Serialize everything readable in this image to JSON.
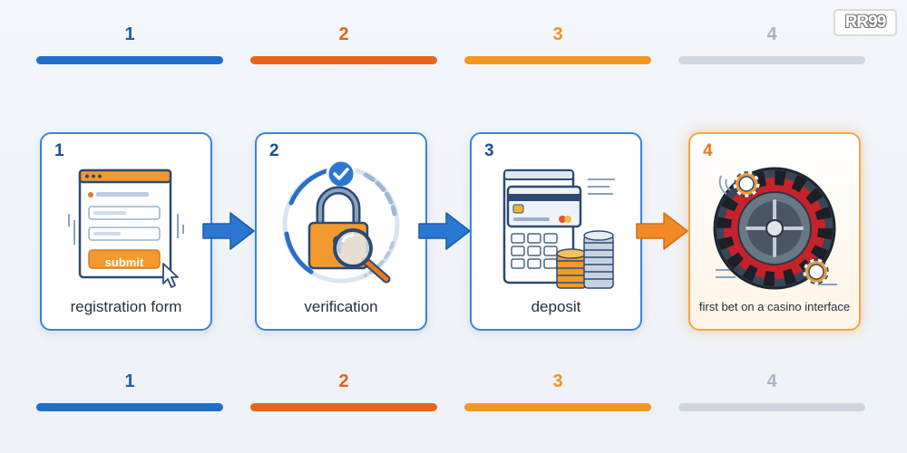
{
  "logo": {
    "text": "RR99"
  },
  "progress_top": [
    {
      "number": "1",
      "color": "#1f6fc9"
    },
    {
      "number": "2",
      "color": "#e8651a"
    },
    {
      "number": "3",
      "color": "#f39722"
    },
    {
      "number": "4",
      "color": "#cfd6de"
    }
  ],
  "progress_bottom": [
    {
      "number": "1",
      "color": "#1f6fc9"
    },
    {
      "number": "2",
      "color": "#e8651a"
    },
    {
      "number": "3",
      "color": "#f39722"
    },
    {
      "number": "4",
      "color": "#cfd6de"
    }
  ],
  "number_colors": [
    "#1d5fa8",
    "#e06318",
    "#f0921e",
    "#a8b3c0"
  ],
  "steps": [
    {
      "number": "1",
      "label": "registration form",
      "button_text": "submit"
    },
    {
      "number": "2",
      "label": "verification"
    },
    {
      "number": "3",
      "label": "deposit"
    },
    {
      "number": "4",
      "label": "first bet on a casino interface"
    }
  ],
  "arrow_colors": [
    "#2a78d2",
    "#2a78d2",
    "#f28a25"
  ]
}
